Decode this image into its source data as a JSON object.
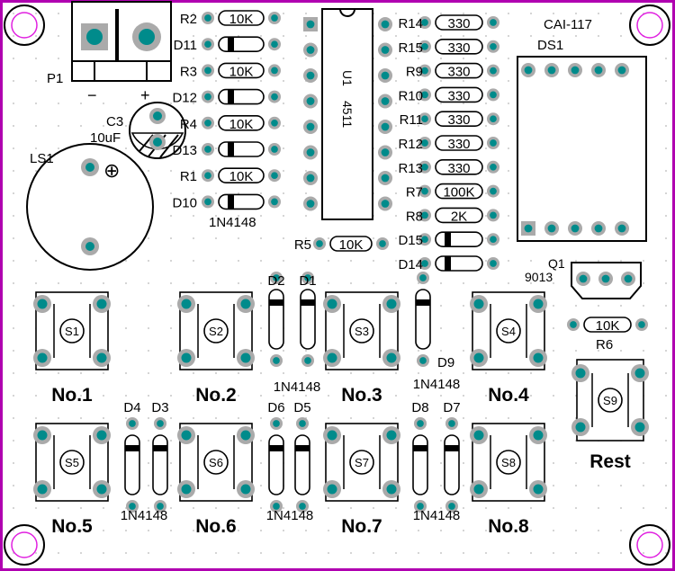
{
  "board": {
    "colors": {
      "outline": "#b000b0",
      "pad": "#008b8b",
      "pad_ring": "#aaaaaa",
      "grid_dot": "#c8c8c8",
      "silk": "#000000",
      "body": "#ffffff"
    }
  },
  "title": "CAI-117",
  "connector": {
    "ref": "P1",
    "minus": "−",
    "plus": "+"
  },
  "buzzer": {
    "ref": "LS1",
    "plus": "⊕"
  },
  "capacitor": {
    "ref": "C3",
    "value": "10uF"
  },
  "ic": {
    "ref": "U1",
    "part": "4511"
  },
  "display": {
    "ref": "DS1"
  },
  "transistor": {
    "ref": "Q1",
    "part": "9013"
  },
  "left_parts": [
    {
      "ref": "R2",
      "value": "10K",
      "kind": "resistor"
    },
    {
      "ref": "D11",
      "value": "",
      "kind": "diode"
    },
    {
      "ref": "R3",
      "value": "10K",
      "kind": "resistor"
    },
    {
      "ref": "D12",
      "value": "",
      "kind": "diode"
    },
    {
      "ref": "R4",
      "value": "10K",
      "kind": "resistor"
    },
    {
      "ref": "D13",
      "value": "",
      "kind": "diode"
    },
    {
      "ref": "R1",
      "value": "10K",
      "kind": "resistor"
    },
    {
      "ref": "D10",
      "value": "",
      "kind": "diode"
    }
  ],
  "left_diode_value": "1N4148",
  "right_parts": [
    {
      "ref": "R14",
      "value": "330",
      "kind": "resistor"
    },
    {
      "ref": "R15",
      "value": "330",
      "kind": "resistor"
    },
    {
      "ref": "R9",
      "value": "330",
      "kind": "resistor"
    },
    {
      "ref": "R10",
      "value": "330",
      "kind": "resistor"
    },
    {
      "ref": "R11",
      "value": "330",
      "kind": "resistor"
    },
    {
      "ref": "R12",
      "value": "330",
      "kind": "resistor"
    },
    {
      "ref": "R13",
      "value": "330",
      "kind": "resistor"
    },
    {
      "ref": "R7",
      "value": "100K",
      "kind": "resistor"
    },
    {
      "ref": "R8",
      "value": "2K",
      "kind": "resistor"
    },
    {
      "ref": "D15",
      "value": "",
      "kind": "diode"
    },
    {
      "ref": "D14",
      "value": "",
      "kind": "diode"
    }
  ],
  "r5": {
    "ref": "R5",
    "value": "10K"
  },
  "r6": {
    "ref": "R6",
    "value": "10K"
  },
  "switches": [
    {
      "ref": "S1",
      "label": "No.1"
    },
    {
      "ref": "S2",
      "label": "No.2"
    },
    {
      "ref": "S3",
      "label": "No.3"
    },
    {
      "ref": "S4",
      "label": "No.4"
    },
    {
      "ref": "S5",
      "label": "No.5"
    },
    {
      "ref": "S6",
      "label": "No.6"
    },
    {
      "ref": "S7",
      "label": "No.7"
    },
    {
      "ref": "S8",
      "label": "No.8"
    },
    {
      "ref": "S9",
      "label": "Rest"
    }
  ],
  "vdiode_groups": [
    {
      "refs": [
        "D2",
        "D1"
      ],
      "value": "1N4148"
    },
    {
      "refs": [
        "D9"
      ],
      "value": "1N4148"
    },
    {
      "refs": [
        "D4",
        "D3"
      ],
      "value": "1N4148"
    },
    {
      "refs": [
        "D6",
        "D5"
      ],
      "value": "1N4148"
    },
    {
      "refs": [
        "D8",
        "D7"
      ],
      "value": "1N4148"
    }
  ]
}
